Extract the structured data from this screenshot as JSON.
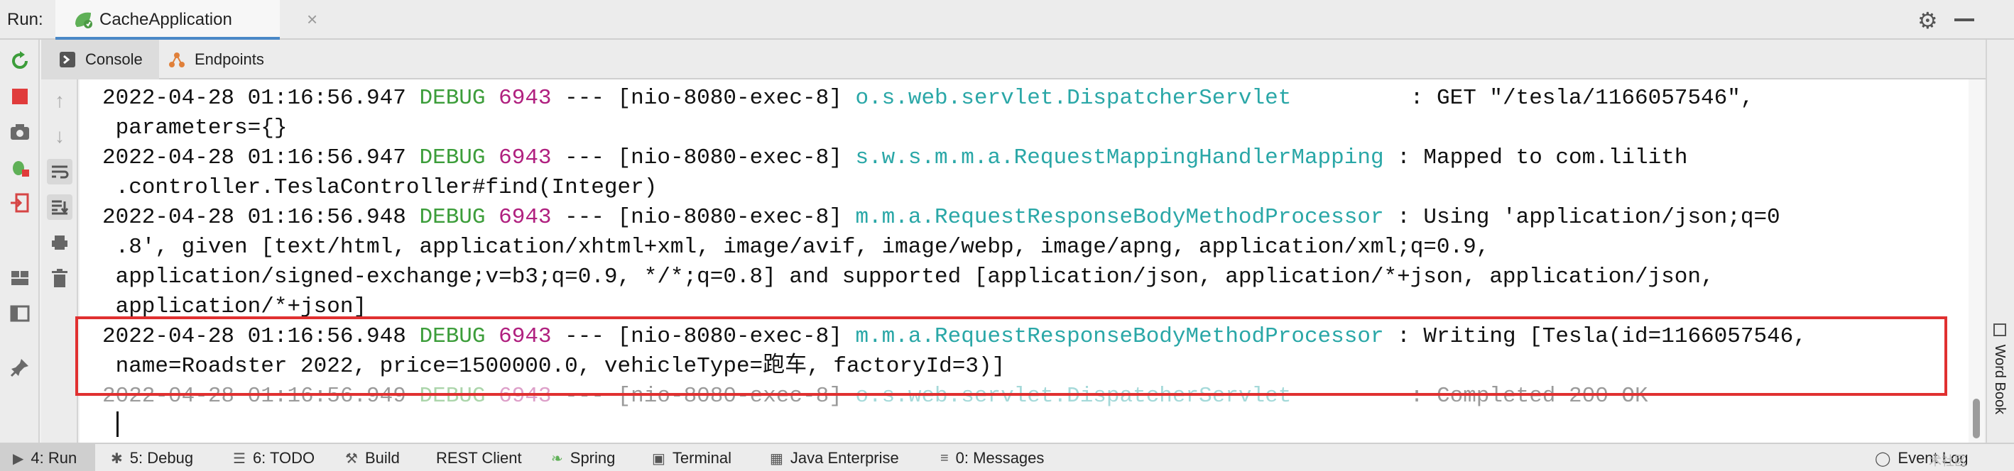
{
  "run_bar": {
    "label": "Run:",
    "tab_title": "CacheApplication",
    "tab_close": "×",
    "settings_icon": "gear-icon",
    "minimize_icon": "minimize-icon"
  },
  "subtabs": [
    {
      "label": "Console",
      "icon": "console-icon",
      "active": true
    },
    {
      "label": "Endpoints",
      "icon": "endpoints-icon",
      "active": false
    }
  ],
  "log_lines": [
    {
      "date": "2022-04-28 01:16:56.947",
      "level": "DEBUG",
      "pid": "6943",
      "sep": "---",
      "thread": "[nio-8080-exec-8]",
      "logger": "o.s.web.servlet.DispatcherServlet        ",
      "message": ": GET \"/tesla/1166057546\","
    },
    {
      "cont": " parameters={}"
    },
    {
      "date": "2022-04-28 01:16:56.947",
      "level": "DEBUG",
      "pid": "6943",
      "sep": "---",
      "thread": "[nio-8080-exec-8]",
      "logger": "s.w.s.m.m.a.RequestMappingHandlerMapping",
      "message": ": Mapped to com.lilith"
    },
    {
      "cont": " .controller.TeslaController#find(Integer)"
    },
    {
      "date": "2022-04-28 01:16:56.948",
      "level": "DEBUG",
      "pid": "6943",
      "sep": "---",
      "thread": "[nio-8080-exec-8]",
      "logger": "m.m.a.RequestResponseBodyMethodProcessor",
      "message": ": Using 'application/json;q=0"
    },
    {
      "cont": " .8', given [text/html, application/xhtml+xml, image/avif, image/webp, image/apng, application/xml;q=0.9,"
    },
    {
      "cont": " application/signed-exchange;v=b3;q=0.9, */*;q=0.8] and supported [application/json, application/*+json, application/json,"
    },
    {
      "cont": " application/*+json]"
    },
    {
      "date": "2022-04-28 01:16:56.948",
      "level": "DEBUG",
      "pid": "6943",
      "sep": "---",
      "thread": "[nio-8080-exec-8]",
      "logger": "m.m.a.RequestResponseBodyMethodProcessor",
      "message": ": Writing [Tesla(id=1166057546,"
    },
    {
      "cont": " name=Roadster 2022, price=1500000.0, vehicleType=跑车, factoryId=3)]"
    },
    {
      "date": "2022-04-28 01:16:56.949",
      "level": "DEBUG",
      "pid": "6943",
      "sep": "---",
      "thread": "[nio-8080-exec-8]",
      "logger": "o.s.web.servlet.DispatcherServlet        ",
      "message": ": Completed 200 OK"
    }
  ],
  "right_strip": {
    "word_book": "Word Book"
  },
  "bottom_bar": {
    "items": [
      {
        "label": "4: Run",
        "icon": "run-icon",
        "active": true
      },
      {
        "label": "5: Debug",
        "icon": "bug-icon",
        "active": false
      },
      {
        "label": "6: TODO",
        "icon": "list-icon",
        "active": false
      },
      {
        "label": "Build",
        "icon": "hammer-icon",
        "active": false
      },
      {
        "label": "REST Client",
        "icon": "",
        "active": false
      },
      {
        "label": "Spring",
        "icon": "leaf-icon",
        "active": false
      },
      {
        "label": "Terminal",
        "icon": "terminal-icon",
        "active": false
      },
      {
        "label": "Java Enterprise",
        "icon": "java-ee-icon",
        "active": false
      },
      {
        "label": "0: Messages",
        "icon": "messages-icon",
        "active": false
      }
    ],
    "event_log": "Event Log",
    "watermark": "术社区"
  }
}
